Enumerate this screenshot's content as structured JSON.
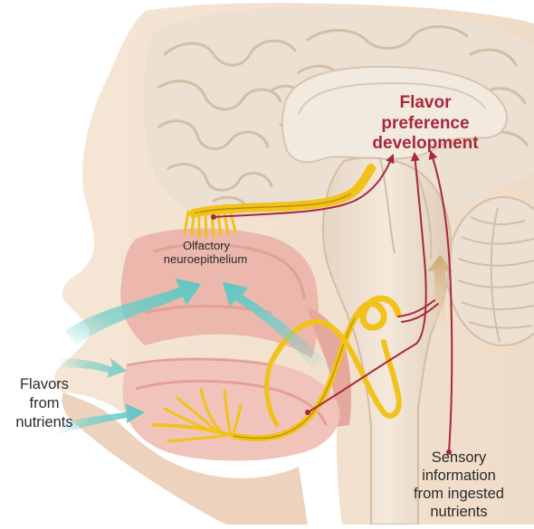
{
  "labels": {
    "flavor_preference": [
      "Flavor",
      "preference",
      "development"
    ],
    "olfactory": [
      "Olfactory",
      "neuroepithelium"
    ],
    "flavors_from_nutrients": [
      "Flavors",
      "from",
      "nutrients"
    ],
    "sensory_information": [
      "Sensory",
      "information",
      "from ingested",
      "nutrients"
    ]
  },
  "colors": {
    "skin": "#f3e1cf",
    "skin_shadow": "#e8cdb3",
    "brain": "#ece0d2",
    "brain_fold": "#d8c4ae",
    "nasal_tissue": "#ecb7ad",
    "oral_tissue": "#f1c4bb",
    "nerve": "#f2c21a",
    "nerve_outline": "#b88a06",
    "pathway": "#a8283a",
    "airflow": "#6ecfca",
    "text_dark": "#2b2b2b"
  },
  "icons": [
    "airflow-arrow-icon",
    "pathway-arrow-icon"
  ]
}
